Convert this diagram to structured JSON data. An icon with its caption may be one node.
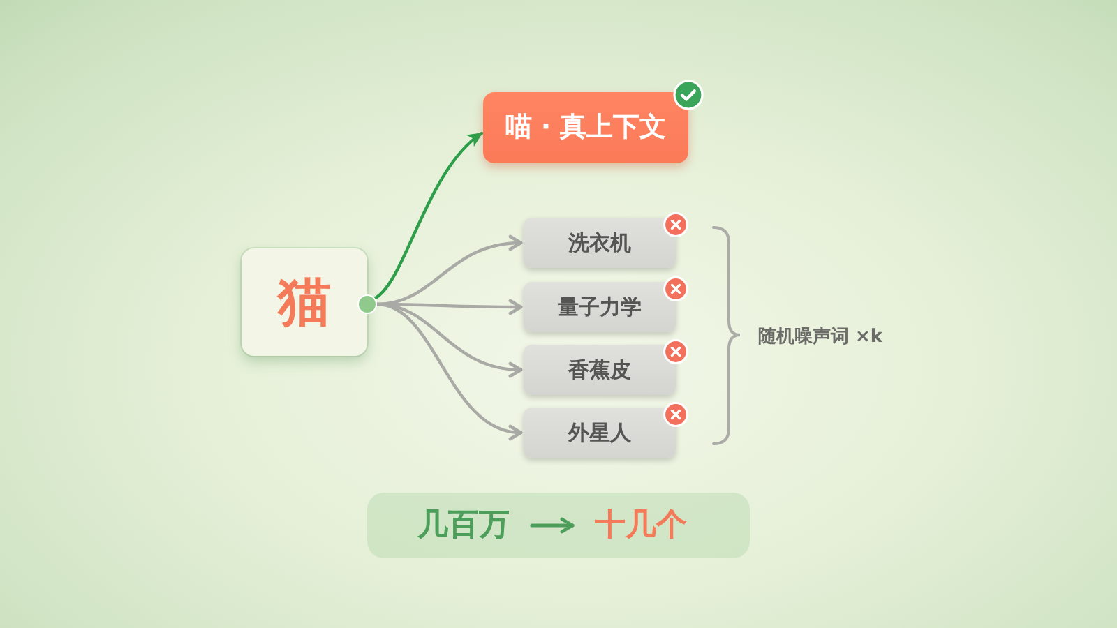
{
  "diagram": {
    "nodes": [
      {
        "text": [
          "猫"
        ]
      },
      {
        "text": [],
        "shape": "circle"
      },
      {
        "text": [
          "喵 · 真上下文"
        ]
      },
      {
        "text": [
          "洗衣机"
        ]
      },
      {
        "text": [
          "量子力学"
        ]
      },
      {
        "text": [
          "香蕉皮"
        ]
      },
      {
        "text": [
          "外星人"
        ]
      },
      {
        "text": [],
        "shape": "box"
      },
      {
        "text": [
          "几百万"
        ],
        "in": 7
      },
      {
        "text": [
          "十几个"
        ],
        "in": 7
      }
    ],
    "edges": [
      {
        "from": 1,
        "to": 2,
        "arrow": "to",
        "color": "#2e9e4a"
      },
      {
        "from": 1,
        "to": 3,
        "arrow": "to"
      },
      {
        "from": 1,
        "to": 4,
        "arrow": "to"
      },
      {
        "from": 1,
        "to": 5,
        "arrow": "to"
      },
      {
        "from": 1,
        "to": 6,
        "arrow": "to"
      },
      {
        "from": 8,
        "to": 9,
        "arrow": "to",
        "color": "#4d9e5a"
      }
    ],
    "labels": [
      "随机噪声词 ×k"
    ]
  }
}
